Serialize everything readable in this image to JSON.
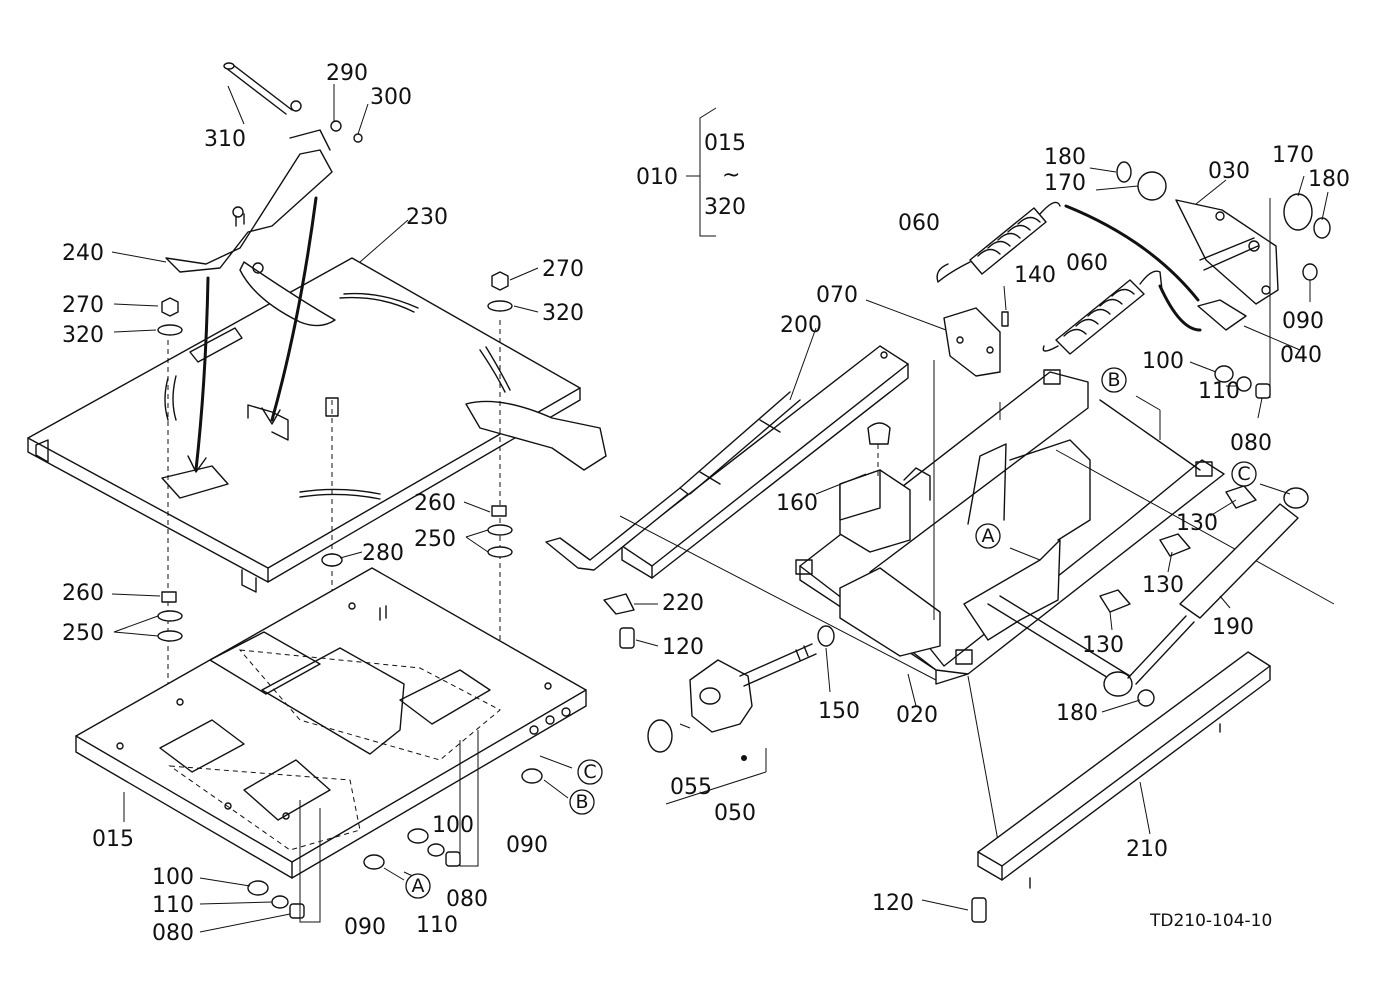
{
  "drawing_ref": "TD210-104-10",
  "range_label": {
    "parent": "010",
    "start": "015",
    "tilde": "~",
    "end": "320"
  },
  "callouts": [
    {
      "text": "310"
    },
    {
      "text": "290"
    },
    {
      "text": "300"
    },
    {
      "text": "240"
    },
    {
      "text": "230"
    },
    {
      "text": "270"
    },
    {
      "text": "320"
    },
    {
      "text": "270"
    },
    {
      "text": "320"
    },
    {
      "text": "260"
    },
    {
      "text": "250"
    },
    {
      "text": "280"
    },
    {
      "text": "260"
    },
    {
      "text": "250"
    },
    {
      "text": "015"
    },
    {
      "text": "100"
    },
    {
      "text": "110"
    },
    {
      "text": "080"
    },
    {
      "text": "090"
    },
    {
      "text": "100"
    },
    {
      "text": "110"
    },
    {
      "text": "080"
    },
    {
      "text": "090"
    },
    {
      "text": "200"
    },
    {
      "text": "220"
    },
    {
      "text": "120"
    },
    {
      "text": "055"
    },
    {
      "text": "050"
    },
    {
      "text": "150"
    },
    {
      "text": "160"
    },
    {
      "text": "070"
    },
    {
      "text": "060"
    },
    {
      "text": "060"
    },
    {
      "text": "140"
    },
    {
      "text": "020"
    },
    {
      "text": "180"
    },
    {
      "text": "170"
    },
    {
      "text": "030"
    },
    {
      "text": "170"
    },
    {
      "text": "180"
    },
    {
      "text": "090"
    },
    {
      "text": "040"
    },
    {
      "text": "100"
    },
    {
      "text": "110"
    },
    {
      "text": "080"
    },
    {
      "text": "130"
    },
    {
      "text": "130"
    },
    {
      "text": "130"
    },
    {
      "text": "190"
    },
    {
      "text": "180"
    },
    {
      "text": "210"
    },
    {
      "text": "120"
    }
  ],
  "connectors": [
    {
      "letter": "C"
    },
    {
      "letter": "B"
    },
    {
      "letter": "A"
    },
    {
      "letter": "B"
    },
    {
      "letter": "C"
    },
    {
      "letter": "A"
    }
  ]
}
